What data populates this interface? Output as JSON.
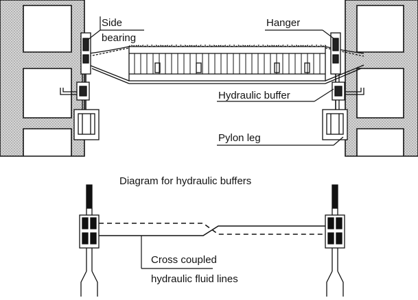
{
  "labels": {
    "side_bearing_line1": "Side",
    "side_bearing_line2": "bearing",
    "hanger": "Hanger",
    "hydraulic_buffer": "Hydraulic buffer",
    "pylon_leg": "Pylon leg",
    "diagram_title": "Diagram for hydraulic buffers",
    "cross_coupled_line1": "Cross coupled",
    "cross_coupled_line2": "hydraulic fluid lines"
  }
}
